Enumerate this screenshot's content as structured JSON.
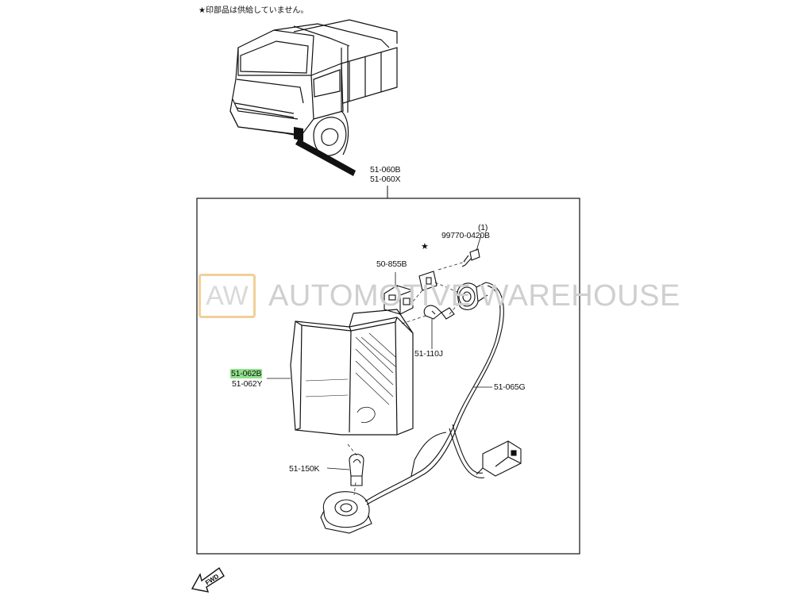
{
  "note": "★印部品は供給していません。",
  "watermark": {
    "logo": "AW",
    "text": "AUTOMOTIVE WAREHOUSE"
  },
  "labels": {
    "assy_a": "51-060B",
    "assy_b": "51-060X",
    "screw": "99770-0420B",
    "screw_qty": "(1)",
    "bracket": "50-855B",
    "bulb_small": "51-110J",
    "harness": "51-065G",
    "lens_a": "51-062B",
    "lens_b": "51-062Y",
    "bulb_large": "51-150K"
  },
  "symbols": {
    "not_supplied": "★"
  },
  "fwd": "FWD",
  "colors": {
    "highlight": "#8fe08a",
    "line": "#111111",
    "watermark_border": "#f1cf9b"
  }
}
